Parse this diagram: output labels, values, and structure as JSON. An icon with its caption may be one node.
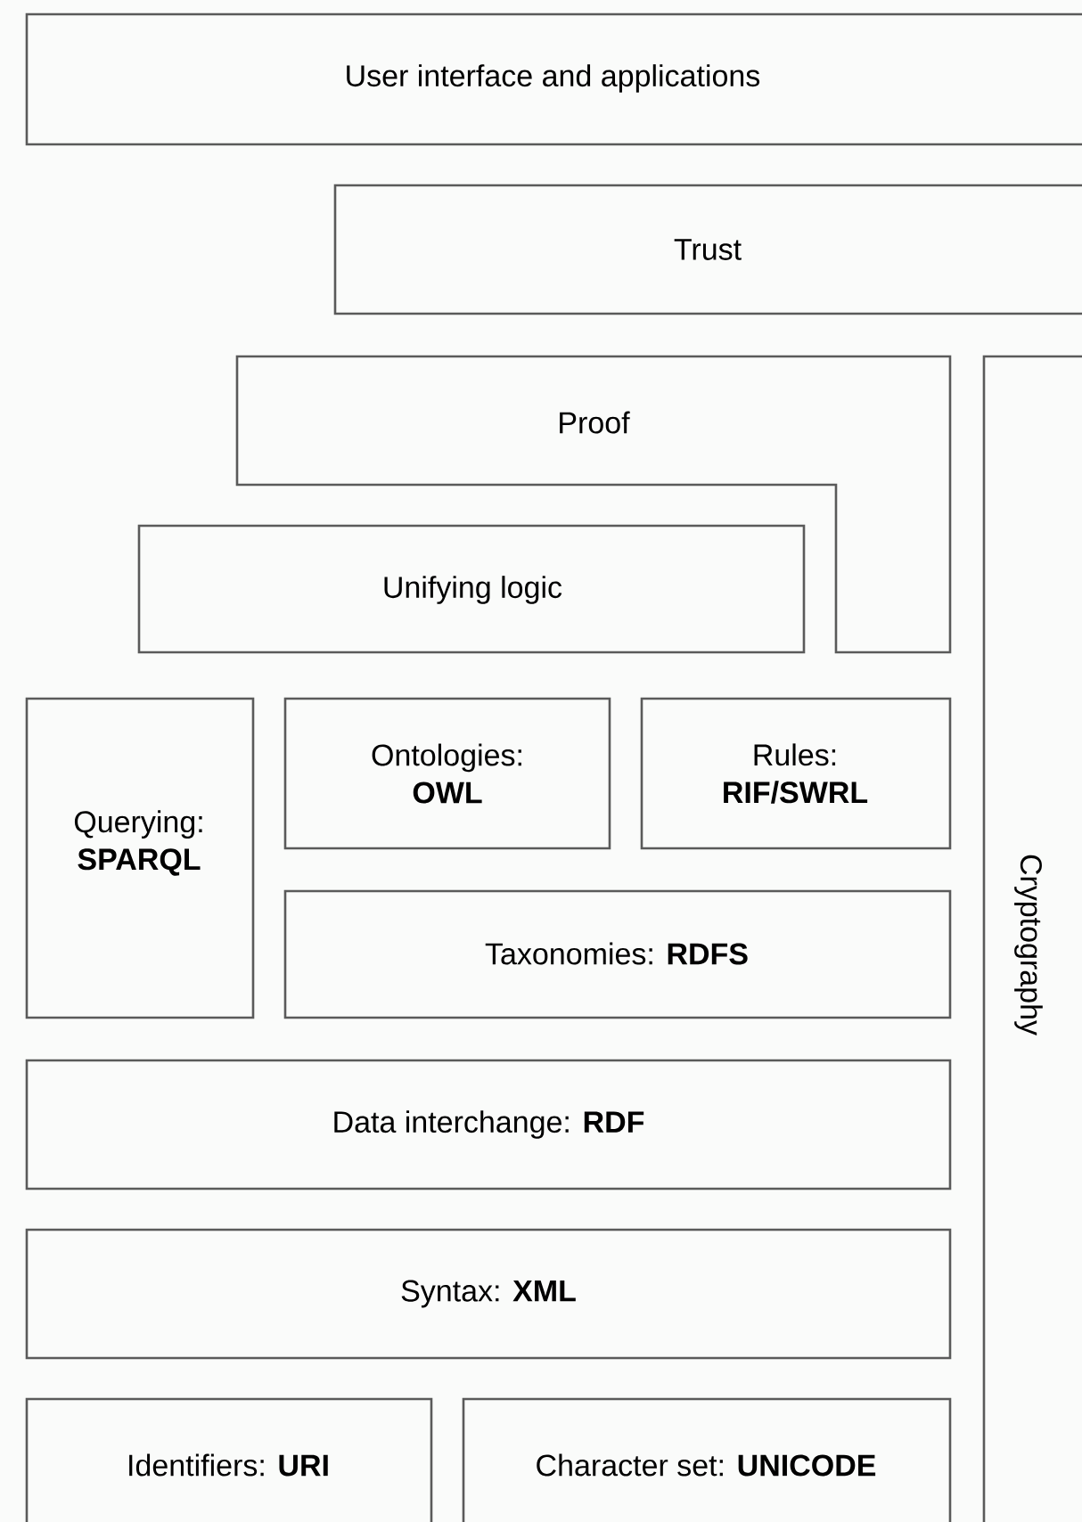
{
  "diagram": {
    "nodes": [
      {
        "text": [
          "User interface and applications"
        ]
      },
      {
        "text": [
          "Trust"
        ]
      },
      {
        "text": [
          "Proof"
        ]
      },
      {
        "text": [
          "Unifying logic"
        ]
      },
      {
        "text": [
          "Cryptography"
        ]
      },
      {
        "text": [
          "Querying: **SPARQL**"
        ]
      },
      {
        "text": [
          "Ontologies: **OWL**"
        ]
      },
      {
        "text": [
          "Rules: **RIF/SWRL**"
        ]
      },
      {
        "text": [
          "Taxonomies: **RDFS**"
        ]
      },
      {
        "text": [
          "Data interchange: **RDF**"
        ]
      },
      {
        "text": [
          "Syntax: **XML**"
        ]
      },
      {
        "text": [
          "Identifiers: **URI**"
        ]
      },
      {
        "text": [
          "Character set: **UNICODE**"
        ]
      }
    ]
  }
}
